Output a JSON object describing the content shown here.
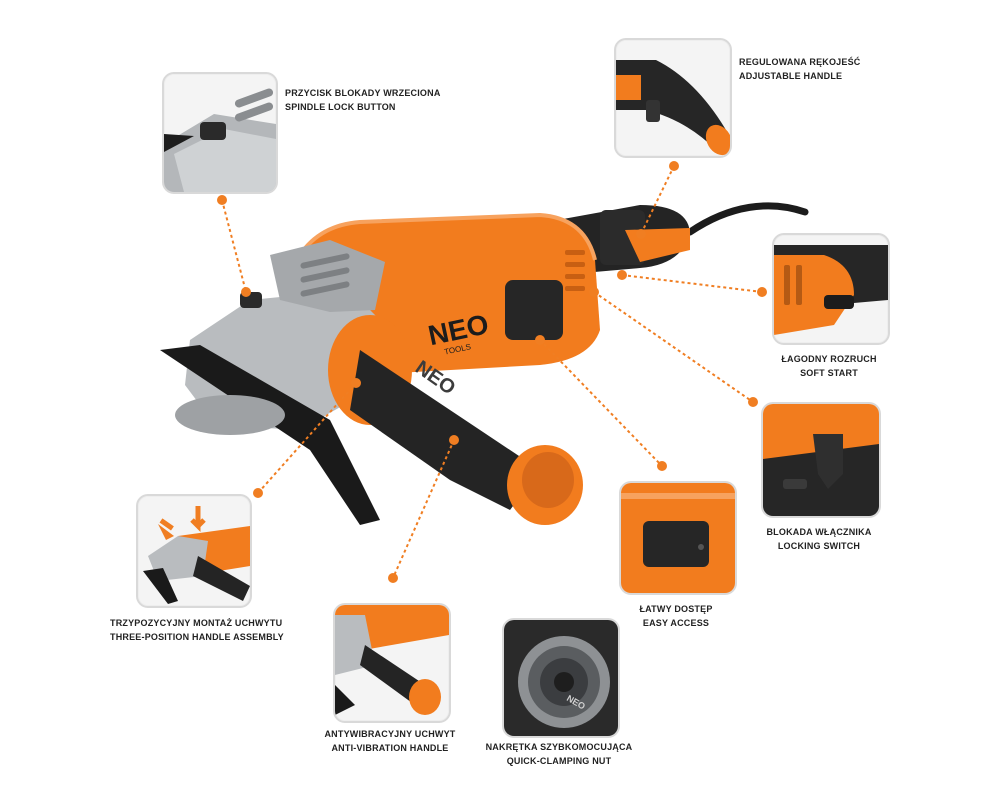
{
  "colors": {
    "accent": "#f07e22",
    "body_orange": "#f27c1e",
    "dark": "#232323",
    "metal": "#b9bcbf",
    "frame": "#d9d9d9"
  },
  "product": {
    "logo": "NEO",
    "logo_sub": "TOOLS"
  },
  "features": [
    {
      "id": "spindle-lock",
      "pl": "PRZYCISK BLOKADY WRZECIONA",
      "en": "SPINDLE LOCK BUTTON"
    },
    {
      "id": "adjustable-handle",
      "pl": "REGULOWANA RĘKOJEŚĆ",
      "en": "ADJUSTABLE HANDLE"
    },
    {
      "id": "soft-start",
      "pl": "ŁAGODNY ROZRUCH",
      "en": "SOFT START"
    },
    {
      "id": "locking-switch",
      "pl": "BLOKADA WŁĄCZNIKA",
      "en": "LOCKING SWITCH"
    },
    {
      "id": "easy-access",
      "pl": "ŁATWY DOSTĘP",
      "en": "EASY ACCESS"
    },
    {
      "id": "quick-nut",
      "pl": "NAKRĘTKA SZYBKOMOCUJĄCA",
      "en": "QUICK-CLAMPING NUT"
    },
    {
      "id": "anti-vibration",
      "pl": "ANTYWIBRACYJNY UCHWYT",
      "en": "ANTI-VIBRATION HANDLE"
    },
    {
      "id": "three-position",
      "pl": "TRZYPOZYCYJNY MONTAŻ UCHWYTU",
      "en": "THREE-POSITION HANDLE ASSEMBLY"
    }
  ]
}
